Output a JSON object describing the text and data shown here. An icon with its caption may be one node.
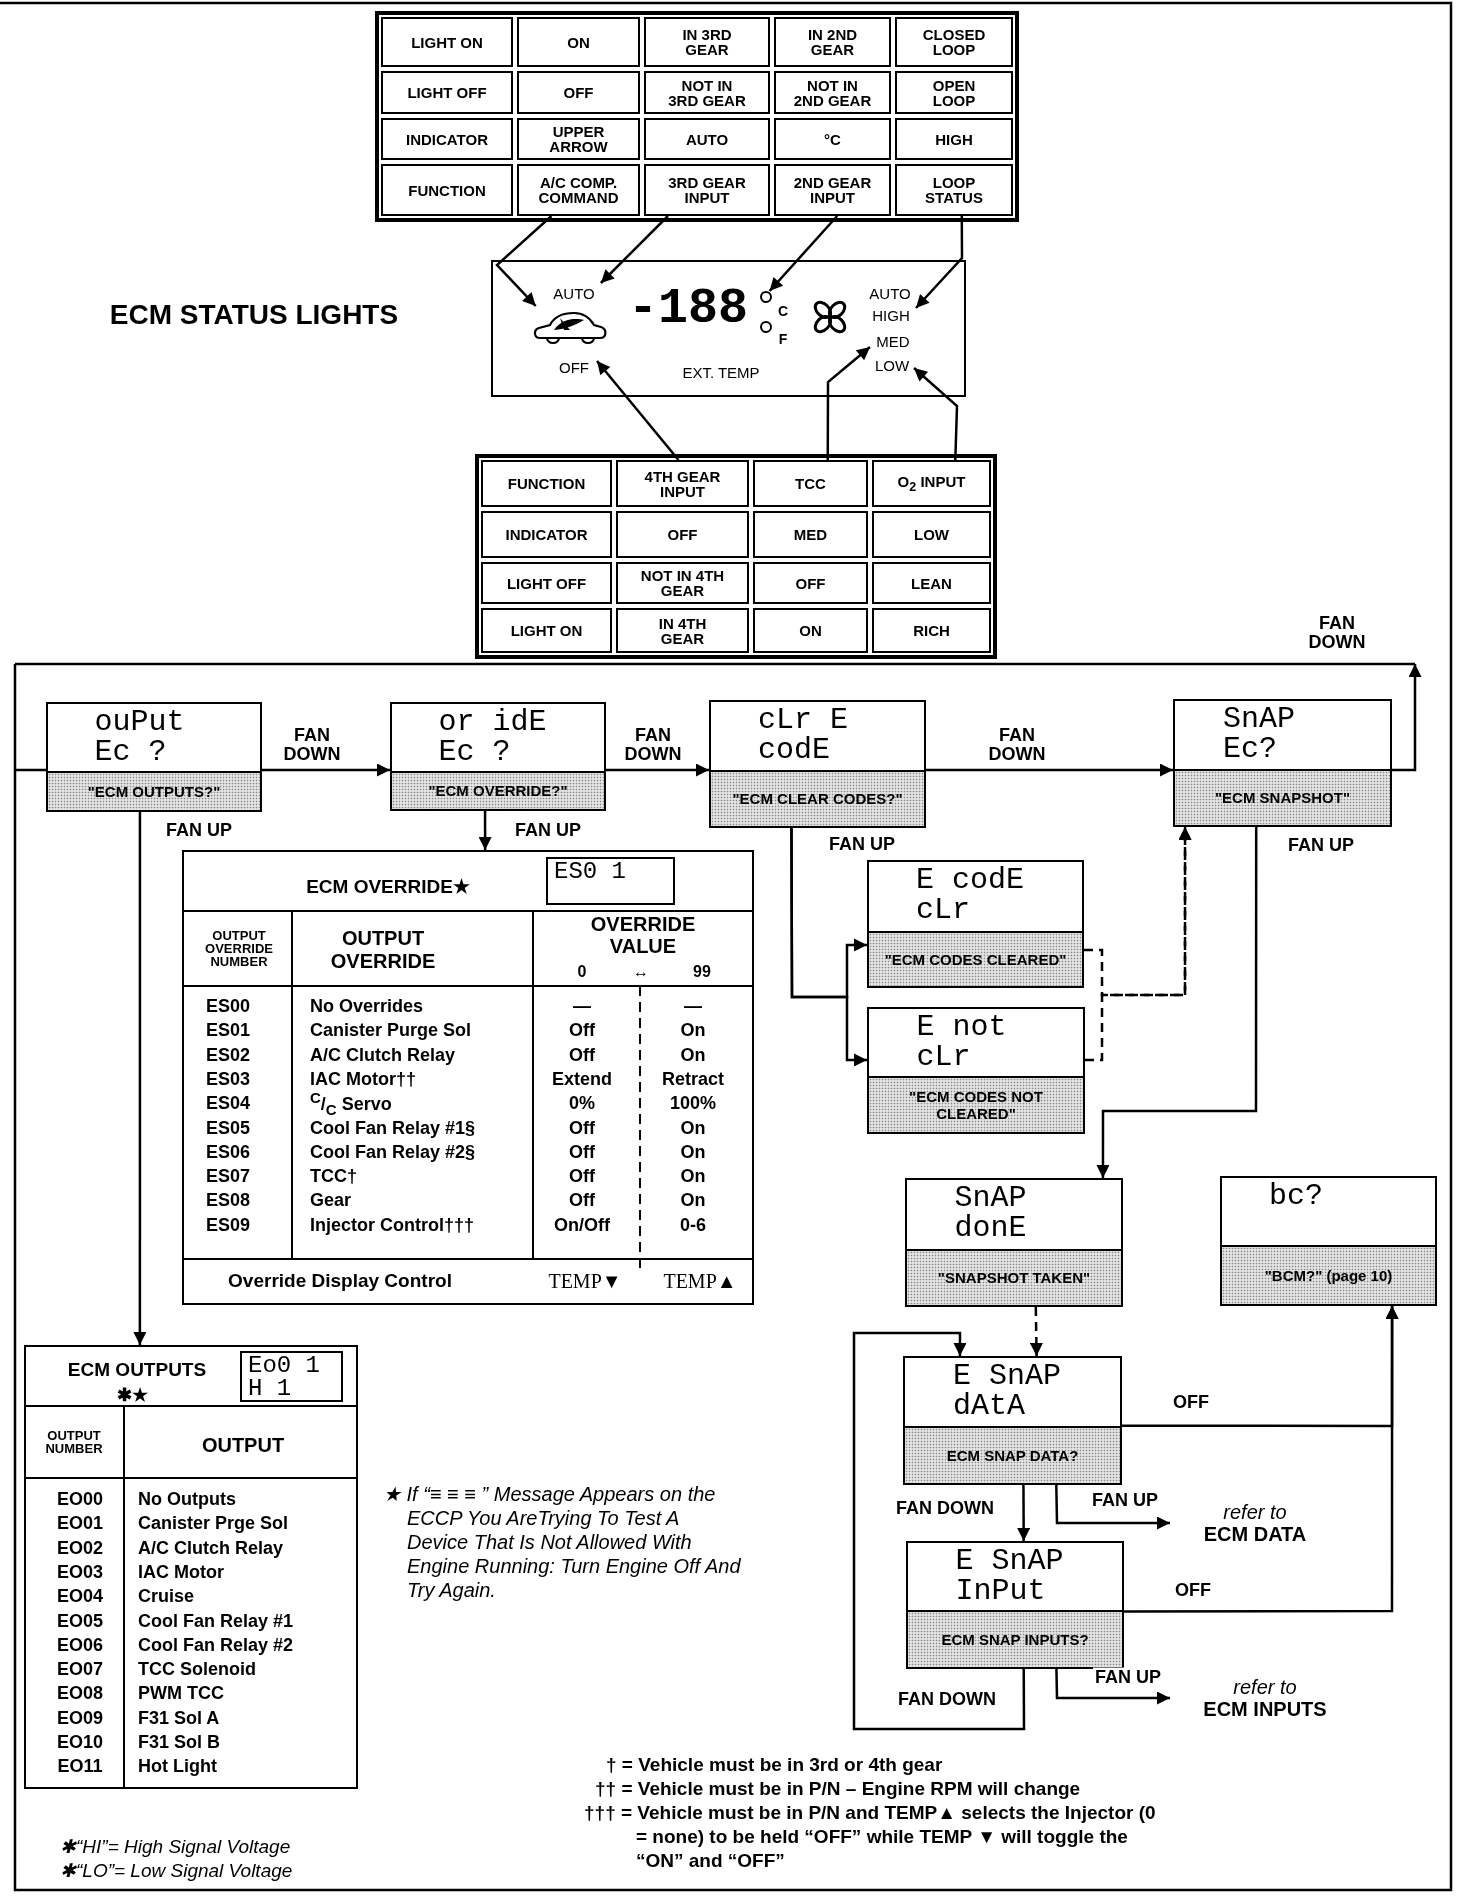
{
  "diagram": {
    "nodes": [
      {
        "text": [
          "LIGHT ON"
        ]
      },
      {
        "text": [
          "ON"
        ]
      },
      {
        "text": [
          "IN 3RD GEAR"
        ]
      },
      {
        "text": [
          "IN 2ND GEAR"
        ]
      },
      {
        "text": [
          "CLOSED LOOP"
        ]
      },
      {
        "text": [
          "LIGHT OFF"
        ]
      },
      {
        "text": [
          "OFF"
        ]
      },
      {
        "text": [
          "NOT IN 3RD GEAR"
        ]
      },
      {
        "text": [
          "NOT IN 2ND GEAR"
        ]
      },
      {
        "text": [
          "OPEN LOOP"
        ]
      },
      {
        "text": [
          "INDICATOR"
        ]
      },
      {
        "text": [
          "UPPER ARROW"
        ]
      },
      {
        "text": [
          "AUTO"
        ]
      },
      {
        "text": [
          "°C"
        ]
      },
      {
        "text": [
          "HIGH"
        ]
      },
      {
        "text": [
          "FUNCTION"
        ]
      },
      {
        "text": [
          "A/C COMP. COMMAND"
        ]
      },
      {
        "text": [
          "3RD GEAR INPUT"
        ]
      },
      {
        "text": [
          "2ND GEAR INPUT"
        ]
      },
      {
        "text": [
          "LOOP STATUS"
        ]
      },
      {
        "text": [
          "-188",
          "C",
          "F",
          "EXT. TEMP",
          "AUTO"
        ]
      },
      {
        "text": [],
        "shape": "car",
        "in": 20
      },
      {
        "text": [
          "AUTO"
        ],
        "in": 20
      },
      {
        "text": [
          "OFF"
        ],
        "in": 20
      },
      {
        "text": [],
        "shape": "circle",
        "in": 20
      },
      {
        "text": [],
        "shape": "circle",
        "in": 20
      },
      {
        "text": [
          "HIGH"
        ],
        "in": 20
      },
      {
        "text": [
          "MED"
        ],
        "in": 20
      },
      {
        "text": [
          "LOW"
        ],
        "in": 20
      },
      {
        "text": [
          "FUNCTION"
        ]
      },
      {
        "text": [
          "4TH GEAR INPUT"
        ]
      },
      {
        "text": [
          "TCC"
        ]
      },
      {
        "text": [
          "O$_{2}$ INPUT"
        ]
      },
      {
        "text": [
          "INDICATOR"
        ]
      },
      {
        "text": [
          "OFF"
        ]
      },
      {
        "text": [
          "MED"
        ]
      },
      {
        "text": [
          "LOW"
        ]
      },
      {
        "text": [
          "LIGHT OFF"
        ]
      },
      {
        "text": [
          "NOT IN 4TH GEAR"
        ]
      },
      {
        "text": [
          "OFF"
        ]
      },
      {
        "text": [
          "LEAN"
        ]
      },
      {
        "text": [
          "LIGHT ON"
        ]
      },
      {
        "text": [
          "IN 4TH GEAR"
        ]
      },
      {
        "text": [
          "ON"
        ]
      },
      {
        "text": [
          "RICH"
        ]
      },
      {
        "text": [
          "ouPut Ec ?",
          "\"ECM OUTPUTS?\""
        ]
      },
      {
        "text": [
          "or idE Ec ?",
          "\"ECM OVERRIDE?\""
        ]
      },
      {
        "text": [
          "cLr E codE",
          "\"ECM CLEAR CODES?\""
        ]
      },
      {
        "text": [
          "SnAP Ec?",
          "\"ECM SNAPSHOT\""
        ]
      },
      {
        "text": [
          "ECM OVERRIDE★",
          "ES0 1"
        ]
      },
      {
        "text": [
          "E codE cLr",
          "\"ECM CODES CLEARED\""
        ]
      },
      {
        "text": [
          "E not cLr",
          "\"ECM CODES NOT CLEARED\""
        ]
      },
      {
        "text": [
          "SnAP donE",
          "\"SNAPSHOT TAKEN\""
        ]
      },
      {
        "text": [
          "bc?",
          "\"BCM?\" (page 10)"
        ]
      },
      {
        "text": [
          "ECM OUTPUTS",
          "✱★",
          "Eo0 1 H 1"
        ]
      },
      {
        "text": [
          "E SnAP dAtA",
          "ECM SNAP DATA?"
        ]
      },
      {
        "text": [
          "refer to",
          "ECM DATA"
        ]
      },
      {
        "text": [
          "E SnAP InPut",
          "ECM SNAP INPUTS?"
        ]
      },
      {
        "text": [
          "refer to",
          "ECM INPUTS"
        ]
      }
    ],
    "edges": [
      {
        "from": 16,
        "to": 21,
        "arrow": "to"
      },
      {
        "from": 17,
        "to": 22,
        "arrow": "to"
      },
      {
        "from": 18,
        "to": 24,
        "arrow": "to"
      },
      {
        "from": 19,
        "to": 26,
        "arrow": "to"
      },
      {
        "from": 30,
        "to": 23,
        "arrow": "to"
      },
      {
        "from": 31,
        "to": 27,
        "arrow": "to"
      },
      {
        "from": 32,
        "to": 28,
        "arrow": "to"
      },
      {
        "from": null,
        "to": 45,
        "arrow": "none"
      },
      {
        "from": 45,
        "to": 46,
        "arrow": "to",
        "label": "FAN DOWN"
      },
      {
        "from": 46,
        "to": 47,
        "arrow": "to",
        "label": "FAN DOWN"
      },
      {
        "from": 47,
        "to": 48,
        "arrow": "to",
        "label": "FAN DOWN"
      },
      {
        "from": 48,
        "to": null,
        "arrow": "to",
        "label": "FAN DOWN"
      },
      {
        "from": 46,
        "to": 49,
        "arrow": "to",
        "label": "FAN UP"
      },
      {
        "from": 47,
        "to": 50,
        "arrow": "to",
        "label": "FAN UP"
      },
      {
        "from": 47,
        "to": 51,
        "arrow": "to"
      },
      {
        "from": 50,
        "to": 48,
        "arrow": "to",
        "style": "dashed"
      },
      {
        "from": 51,
        "to": 48,
        "arrow": "to",
        "style": "dashed"
      },
      {
        "from": 48,
        "to": 52,
        "arrow": "to",
        "label": "FAN UP"
      },
      {
        "from": 45,
        "to": 54,
        "arrow": "to",
        "label": "FAN UP"
      },
      {
        "from": 52,
        "to": 55,
        "arrow": "to",
        "style": "dashed"
      },
      {
        "from": 55,
        "to": 57,
        "arrow": "to",
        "label": "FAN DOWN"
      },
      {
        "from": 57,
        "to": 55,
        "arrow": "to",
        "label": "FAN DOWN"
      },
      {
        "from": 55,
        "to": 53,
        "arrow": "to",
        "label": "OFF"
      },
      {
        "from": 57,
        "to": 53,
        "arrow": "to",
        "label": "OFF"
      },
      {
        "from": 55,
        "to": 56,
        "arrow": "to",
        "label": "FAN UP"
      },
      {
        "from": 57,
        "to": 58,
        "arrow": "to",
        "label": "FAN UP"
      }
    ],
    "labels": [
      "ECM STATUS LIGHTS",
      "OUTPUT OVERRIDE NUMBER",
      "OUTPUT OVERRIDE",
      "OVERRIDE VALUE",
      "0",
      "↔",
      "99",
      "ES00",
      "No Overrides",
      "—",
      "—",
      "ES01",
      "Canister Purge Sol",
      "Off",
      "On",
      "ES02",
      "A/C Clutch Relay",
      "Off",
      "On",
      "ES03",
      "IAC Motor††",
      "Extend",
      "Retract",
      "ES04",
      "$^{C}$/$_{C}$ Servo",
      "0%",
      "100%",
      "ES05",
      "Cool Fan Relay #1§",
      "Off",
      "On",
      "ES06",
      "Cool Fan Relay #2§",
      "Off",
      "On",
      "ES07",
      "TCC†",
      "Off",
      "On",
      "ES08",
      "Gear",
      "Off",
      "On",
      "ES09",
      "Injector Control†††",
      "On/Off",
      "0-6",
      "Override Display Control",
      "TEMP▼",
      "TEMP▲",
      "OUTPUT NUMBER",
      "OUTPUT",
      "EO00",
      "No Outputs",
      "EO01",
      "Canister Prge Sol",
      "EO02",
      "A/C Clutch Relay",
      "EO03",
      "IAC Motor",
      "EO04",
      "Cruise",
      "EO05",
      "Cool Fan Relay #1",
      "EO06",
      "Cool Fan Relay #2",
      "EO07",
      "TCC Solenoid",
      "EO08",
      "PWM TCC",
      "EO09",
      "F31 Sol A",
      "EO10",
      "F31 Sol B",
      "EO11",
      "Hot Light",
      "★ If “≡ ≡ ≡ ” Message Appears on the ECCP You AreTrying To Test A Device That Is Not Allowed With Engine Running: Turn Engine Off And Try Again.",
      "† = Vehicle must be in 3rd or 4th gear",
      "†† = Vehicle must be in P/N – Engine RPM will change",
      "††† = Vehicle must be in P/N and TEMP▲ selects the Injector (0 = none) to be held “OFF” while TEMP ▼ will toggle the “ON” and “OFF”",
      "✱“HI”= High Signal Voltage",
      "✱“LO”= Low Signal Voltage"
    ]
  }
}
